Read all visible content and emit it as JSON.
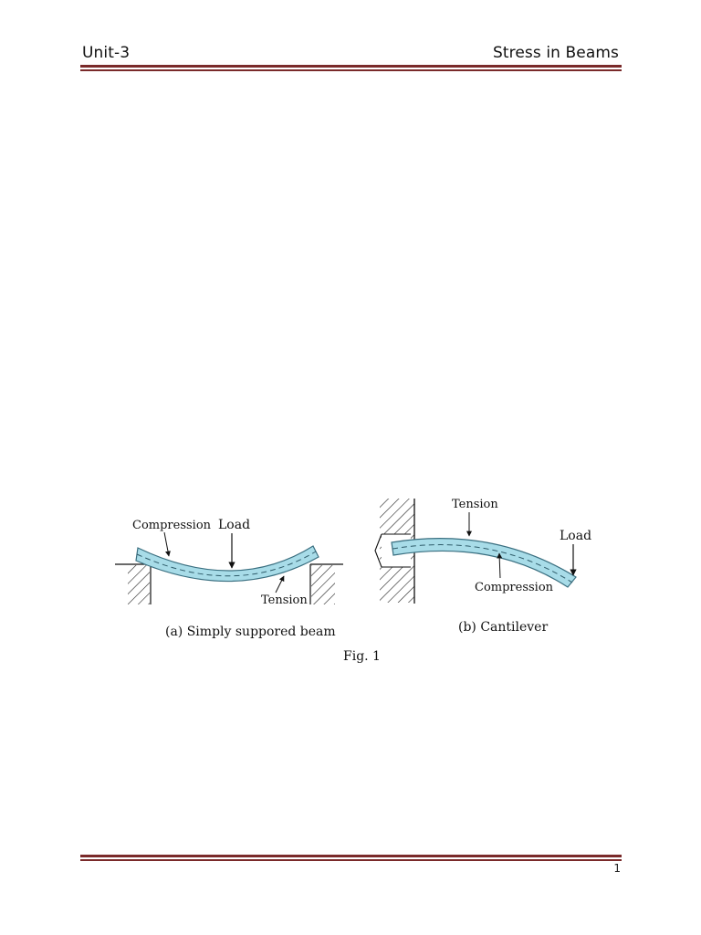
{
  "header": {
    "left": "Unit-3",
    "right": "Stress in Beams"
  },
  "figure": {
    "a": {
      "compression": "Compression",
      "load": "Load",
      "tension": "Tension",
      "caption": "(a) Simply suppored beam"
    },
    "b": {
      "tension": "Tension",
      "load": "Load",
      "compression": "Compression",
      "caption": "(b) Cantilever"
    },
    "caption": "Fig. 1"
  },
  "footer": {
    "page_number": "1"
  },
  "colors": {
    "rule": "#7a2a2a",
    "beam_fill": "#a8dce8",
    "beam_stroke": "#3a6f80"
  }
}
